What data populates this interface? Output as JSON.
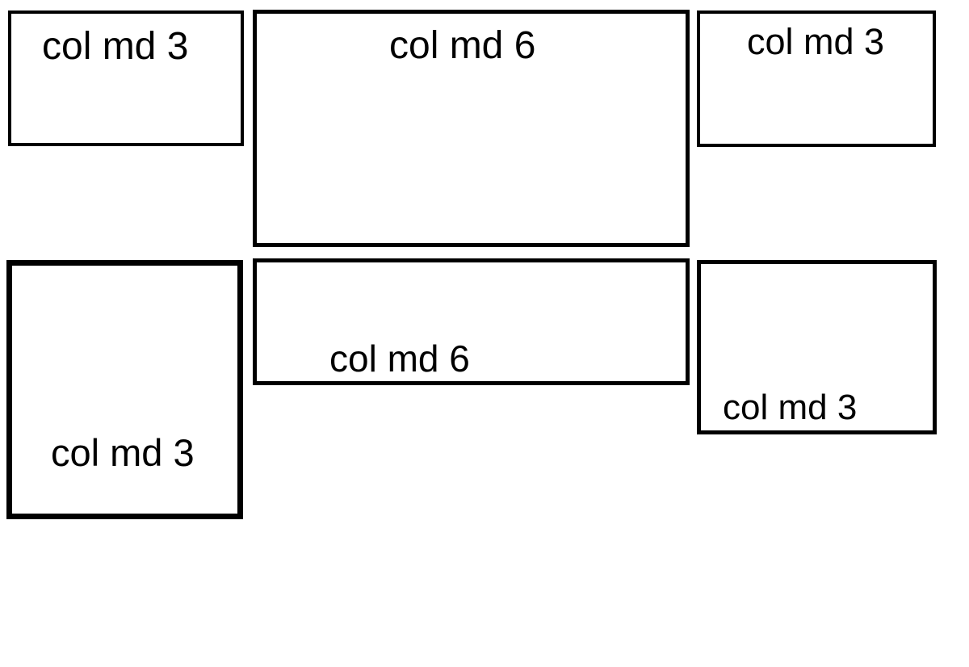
{
  "canvas": {
    "background_color": "#ffffff",
    "border_color": "#000000",
    "text_color": "#000000"
  },
  "diagram": {
    "description_visible_text_only": "",
    "boxes": [
      {
        "label": "col md 3"
      },
      {
        "label": "col md 6"
      },
      {
        "label": "col md 3"
      },
      {
        "label": "col md 3"
      },
      {
        "label": "col md 6"
      },
      {
        "label": "col md 3"
      }
    ]
  }
}
